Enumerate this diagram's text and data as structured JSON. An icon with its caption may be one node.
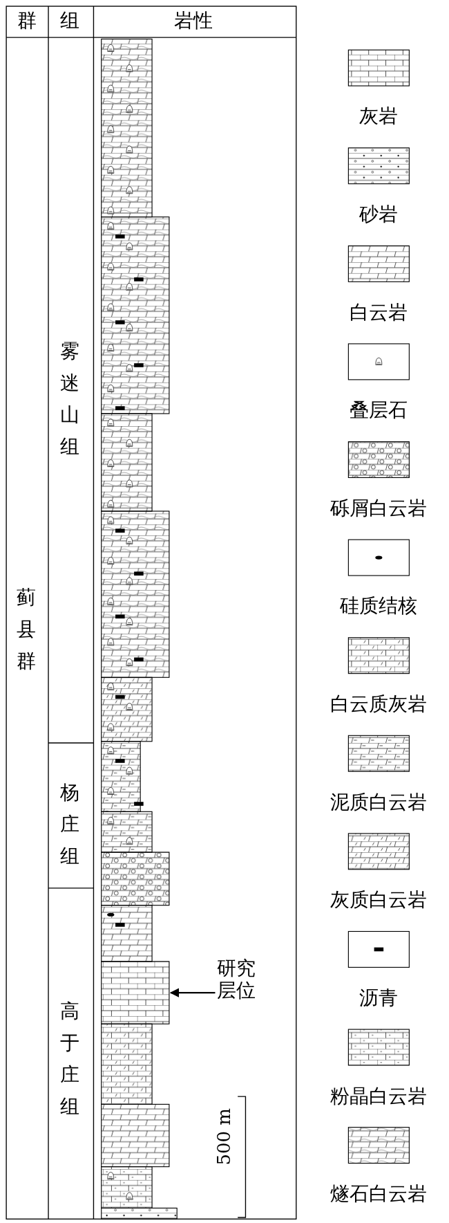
{
  "diagram": {
    "nodes": [
      {
        "text": [
          "研究层位"
        ]
      },
      {
        "text": [],
        "shape": "box"
      }
    ],
    "edges": [
      {
        "from": 0,
        "to": 1,
        "arrow": "to"
      }
    ],
    "labels": [
      "群",
      "组",
      "岩性",
      "蓟县群",
      "雾迷山组",
      "杨庄组",
      "高于庄组",
      "500 m"
    ],
    "legend": [
      {
        "text": "灰岩"
      },
      {
        "text": "砂岩"
      },
      {
        "text": "白云岩"
      },
      {
        "text": "叠层石"
      },
      {
        "text": "砾屑白云岩"
      },
      {
        "text": "硅质结核"
      },
      {
        "text": "白云质灰岩"
      },
      {
        "text": "泥质白云岩"
      },
      {
        "text": "灰质白云岩"
      },
      {
        "text": "沥青"
      },
      {
        "text": "粉晶白云岩"
      },
      {
        "text": "燧石白云岩"
      }
    ]
  }
}
